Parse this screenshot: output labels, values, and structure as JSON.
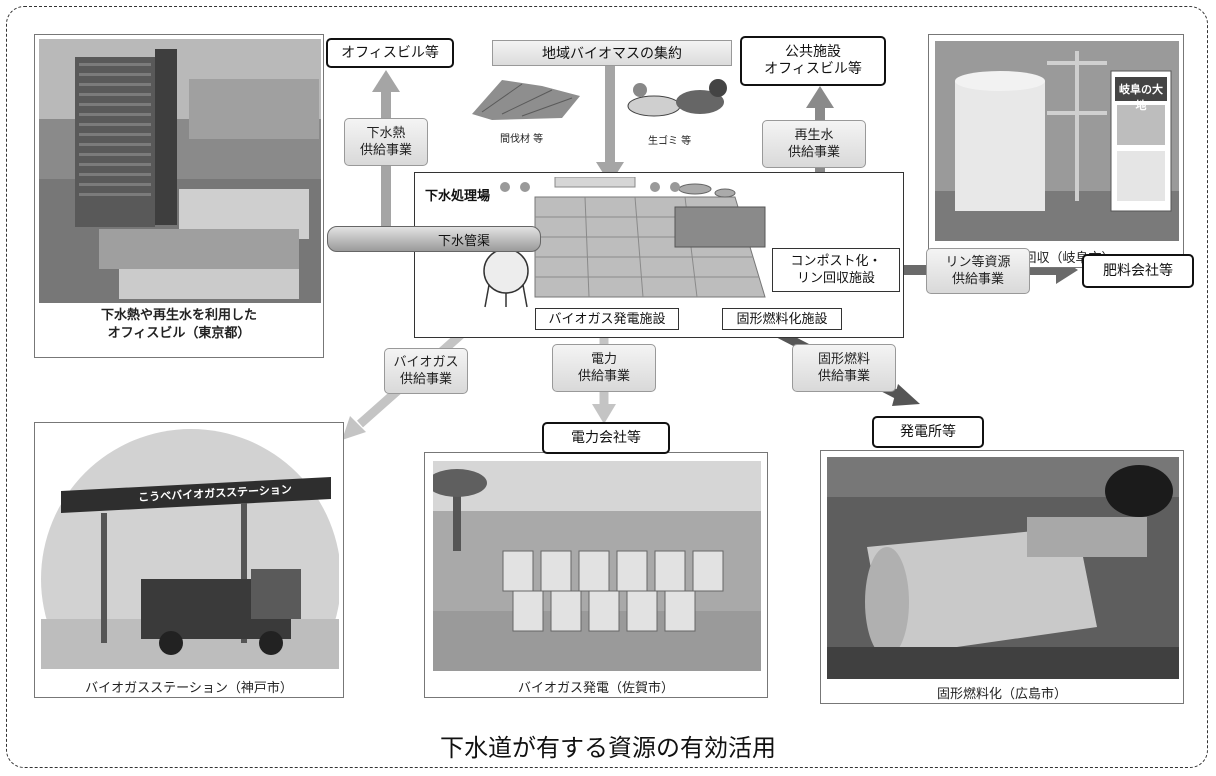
{
  "title": "下水道が有する資源の有効活用",
  "plant": {
    "label": "下水処理場",
    "pipe_label": "下水管渠",
    "collect_label": "地域バイオマスの集約",
    "thinned_wood_label": "間伐材 等",
    "food_waste_label": "生ゴミ 等"
  },
  "facilities": {
    "biogas_power": "バイオガス発電施設",
    "solid_fuel": "固形燃料化施設",
    "compost_line1": "コンポスト化・",
    "compost_line2": "リン回収施設"
  },
  "businesses": {
    "sewage_heat_line1": "下水熱",
    "sewage_heat_line2": "供給事業",
    "recycled_water_line1": "再生水",
    "recycled_water_line2": "供給事業",
    "phosphorus_line1": "リン等資源",
    "phosphorus_line2": "供給事業",
    "biogas_line1": "バイオガス",
    "biogas_line2": "供給事業",
    "power_line1": "電力",
    "power_line2": "供給事業",
    "solid_fuel_line1": "固形燃料",
    "solid_fuel_line2": "供給事業"
  },
  "destinations": {
    "office": "オフィスビル等",
    "public_line1": "公共施設",
    "public_line2": "オフィスビル等",
    "fertilizer": "肥料会社等",
    "power_company": "電力会社等",
    "power_plant": "発電所等"
  },
  "photos": {
    "office_caption_line1": "下水熱や再生水を利用した",
    "office_caption_line2": "オフィスビル（東京都）",
    "phosphorus_caption": "リン回収（岐阜市）",
    "poster_text": "岐阜の大地",
    "station_caption": "バイオガスステーション（神戸市）",
    "station_sign": "こうべバイオガスステーション",
    "biogas_power_caption": "バイオガス発電（佐賀市）",
    "solid_fuel_caption": "固形燃料化（広島市）"
  }
}
